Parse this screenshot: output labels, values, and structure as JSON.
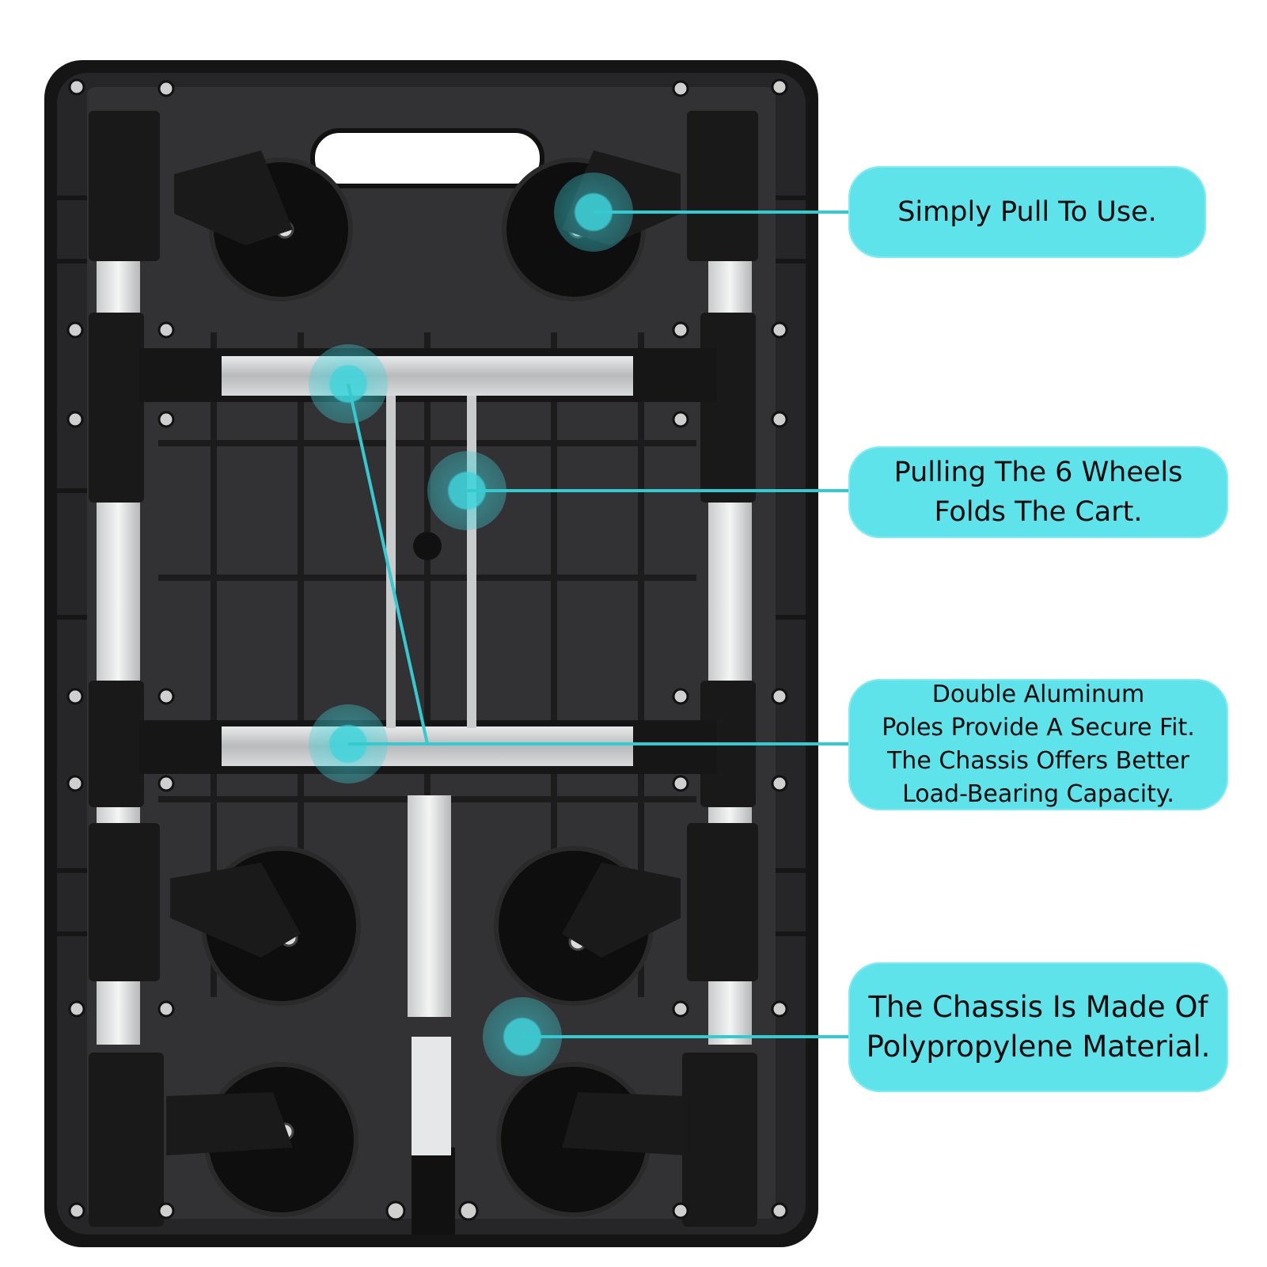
{
  "image": {
    "subject": "folding-cart-underside",
    "colors": {
      "callout_fill": "#5fe3ea",
      "pointer_line": "#36c9d0",
      "cart_plastic": "#3b3b3d",
      "aluminum": "#c9cbcc"
    }
  },
  "callouts": [
    {
      "id": "pull",
      "text": "Simply Pull To Use."
    },
    {
      "id": "wheels",
      "text": "Pulling The 6 Wheels\nFolds The Cart."
    },
    {
      "id": "poles",
      "text": "Double Aluminum\nPoles Provide A Secure Fit.\nThe Chassis Offers Better\nLoad-Bearing Capacity."
    },
    {
      "id": "material",
      "text": "The Chassis Is Made Of\nPolypropylene Material."
    }
  ]
}
